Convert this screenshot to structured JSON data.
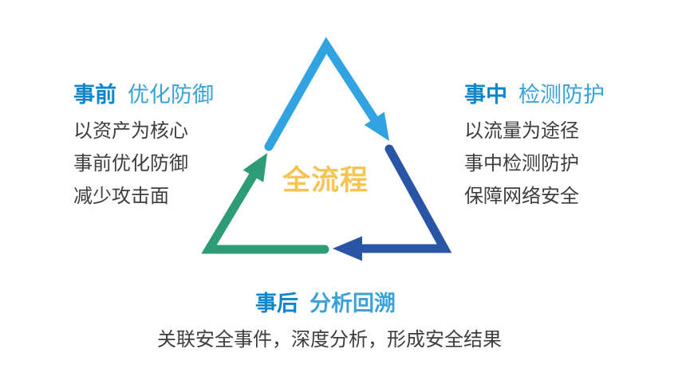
{
  "colors": {
    "background": "#ffffff",
    "light_blue_arrow": "#31a3e0",
    "dark_blue_arrow": "#2a55a6",
    "green_arrow": "#2d9c77",
    "heading_strong": "#0d86c9",
    "heading_light": "#3aa2da",
    "body_text": "#3d3d3d",
    "center_gold": "#f4c455"
  },
  "center": {
    "label": "全流程"
  },
  "nodes": {
    "pre": {
      "title_strong": "事前",
      "title_light": "优化防御",
      "lines": [
        "以资产为核心",
        "事前优化防御",
        "减少攻击面"
      ]
    },
    "mid": {
      "title_strong": "事中",
      "title_light": "检测防护",
      "lines": [
        "以流量为途径",
        "事中检测防护",
        "保障网络安全"
      ]
    },
    "post": {
      "title_strong": "事后",
      "title_light": "分析回溯",
      "line": "关联安全事件，深度分析，形成安全结果"
    }
  }
}
